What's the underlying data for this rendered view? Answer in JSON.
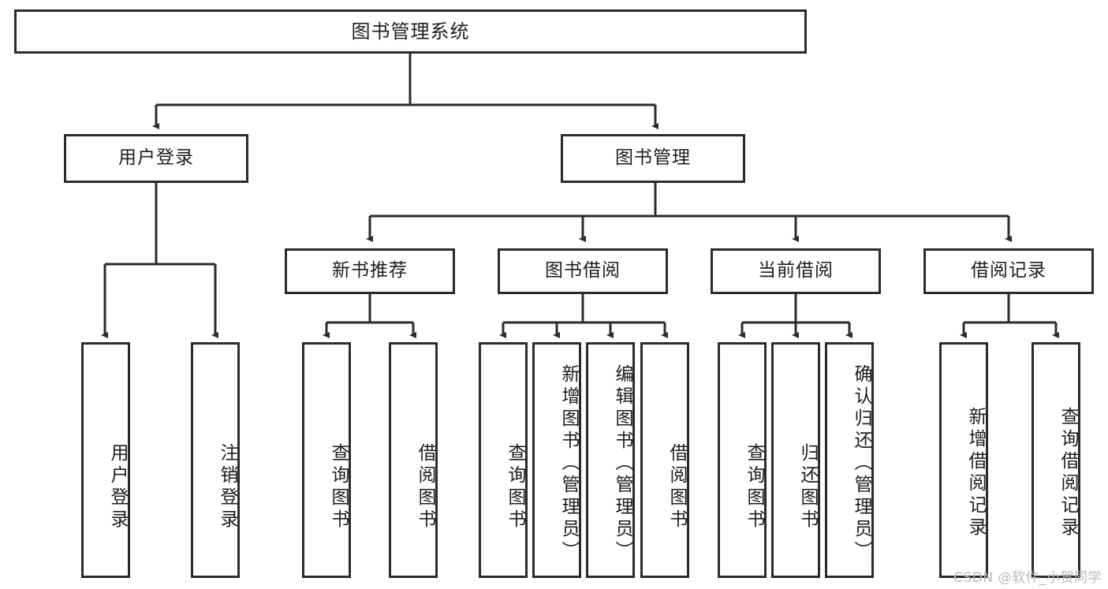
{
  "diagram": {
    "type": "tree-hierarchy-functional-decomposition",
    "title": "图书管理系统",
    "root": {
      "id": "root",
      "label": "图书管理系统"
    },
    "level2": [
      {
        "id": "user-login",
        "label": "用户登录"
      },
      {
        "id": "book-manage",
        "label": "图书管理"
      }
    ],
    "level3": [
      {
        "id": "new-book-recommend",
        "label": "新书推荐",
        "parent": "book-manage"
      },
      {
        "id": "book-borrow",
        "label": "图书借阅",
        "parent": "book-manage"
      },
      {
        "id": "current-borrow",
        "label": "当前借阅",
        "parent": "book-manage"
      },
      {
        "id": "borrow-record",
        "label": "借阅记录",
        "parent": "book-manage"
      }
    ],
    "leaves": [
      {
        "id": "leaf-user-login",
        "label": "用户登录",
        "parent": "user-login"
      },
      {
        "id": "leaf-logout-login",
        "label": "注销登录",
        "parent": "user-login"
      },
      {
        "id": "leaf-query-book-1",
        "label": "查询图书",
        "parent": "new-book-recommend"
      },
      {
        "id": "leaf-borrow-book-1",
        "label": "借阅图书",
        "parent": "new-book-recommend"
      },
      {
        "id": "leaf-query-book-2",
        "label": "查询图书",
        "parent": "book-borrow"
      },
      {
        "id": "leaf-add-book-admin",
        "label": "新增图书（管理员）",
        "parent": "book-borrow"
      },
      {
        "id": "leaf-edit-book-admin",
        "label": "编辑图书（管理员）",
        "parent": "book-borrow"
      },
      {
        "id": "leaf-borrow-book-2",
        "label": "借阅图书",
        "parent": "book-borrow"
      },
      {
        "id": "leaf-query-book-3",
        "label": "查询图书",
        "parent": "current-borrow"
      },
      {
        "id": "leaf-return-book",
        "label": "归还图书",
        "parent": "current-borrow"
      },
      {
        "id": "leaf-confirm-return",
        "label": "确认归还（管理员）",
        "parent": "current-borrow"
      },
      {
        "id": "leaf-add-record",
        "label": "新增借阅记录",
        "parent": "borrow-record"
      },
      {
        "id": "leaf-query-record",
        "label": "查询借阅记录",
        "parent": "borrow-record"
      }
    ],
    "colors": {
      "stroke": "#2b2b2b",
      "fill": "#ffffff",
      "text": "#1d1d1d",
      "watermark": "#b9b9b9"
    }
  },
  "watermark": {
    "text": "CSDN @软件_小贺同学"
  }
}
